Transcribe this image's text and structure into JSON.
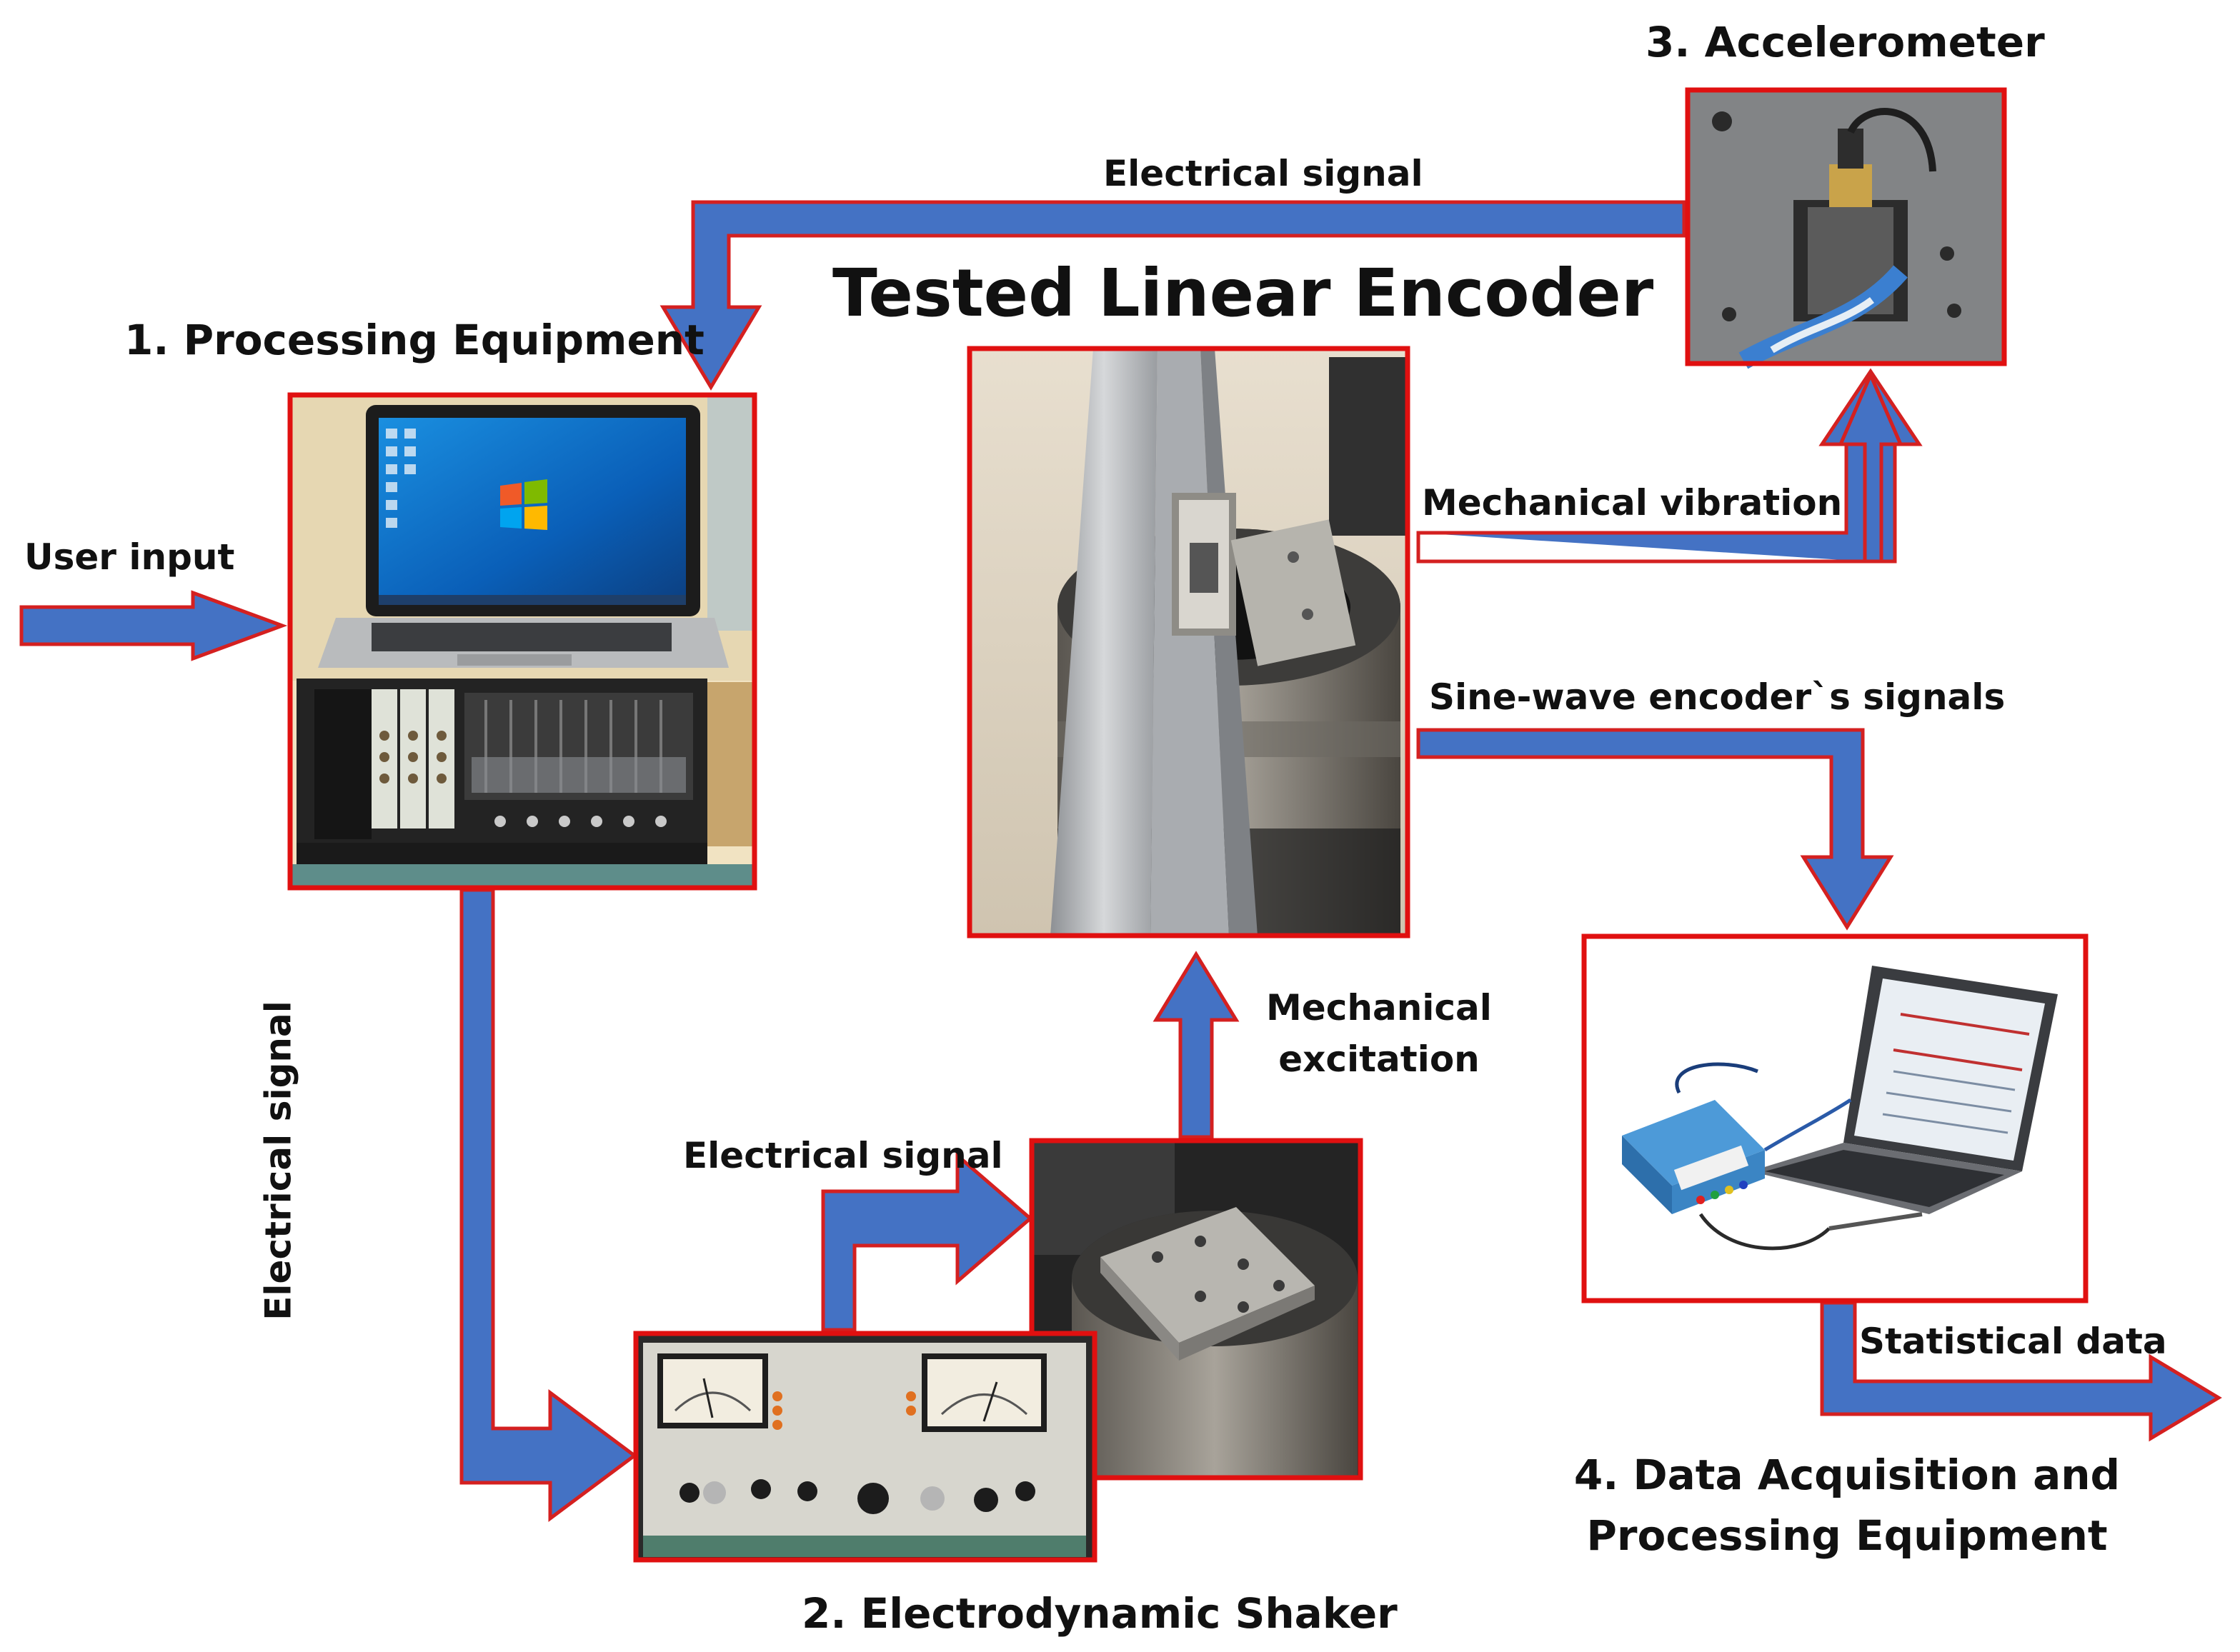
{
  "heading": "Tested Linear Encoder",
  "components": {
    "processing": "1. Processing Equipment",
    "shaker": "2. Electrodynamic Shaker",
    "accelerometer": "3. Accelerometer",
    "daq_line1": "4. Data Acquisition and",
    "daq_line2": "Processing Equipment"
  },
  "flows": {
    "user_input": "User input",
    "electrical_signal_top": "Electrical signal",
    "electrical_signal_vertical": "Electrical signal",
    "electrical_signal_shaker": "Electrical signal",
    "mechanical_excitation_1": "Mechanical",
    "mechanical_excitation_2": "excitation",
    "mechanical_vibration": "Mechanical vibration",
    "sine_wave": "Sine-wave encoder`s signals",
    "statistical_data": "Statistical data"
  },
  "colors": {
    "arrow_fill": "#4472C4",
    "arrow_stroke": "#D42020",
    "frame": "#E01010"
  }
}
